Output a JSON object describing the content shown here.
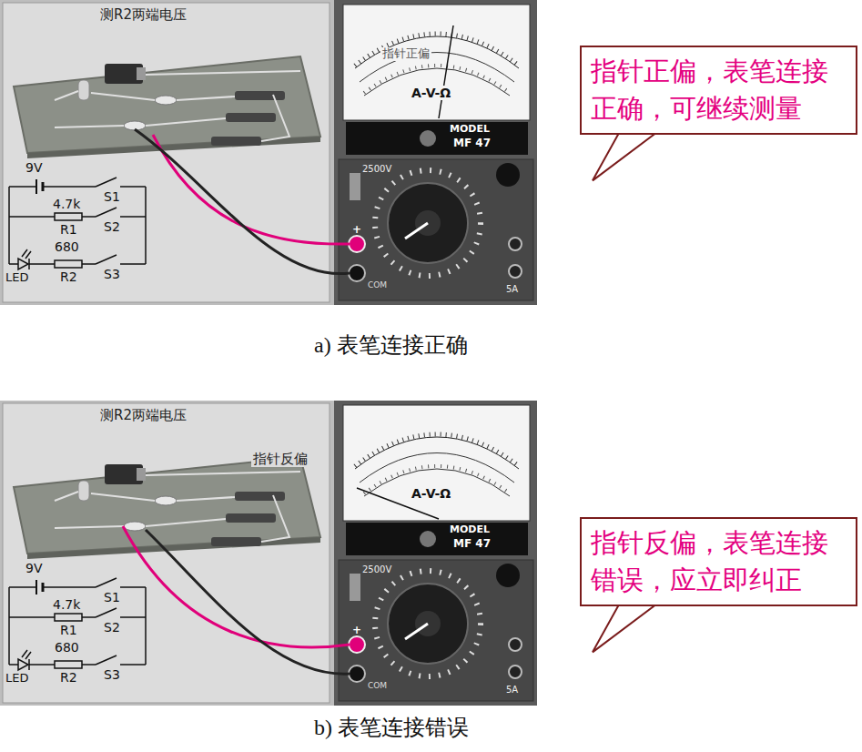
{
  "diagram": {
    "nodes": [
      {
        "text": [
          "指针正偏，表笔连接正确，可继续测量"
        ]
      },
      {
        "text": [
          "指针反偏，表笔连接错误，应立即纠正"
        ]
      }
    ],
    "labels": [
      "测R2两端电压",
      "指针正偏",
      "9V",
      "4.7k",
      "R1",
      "S1",
      "S2",
      "S3",
      "680",
      "R2",
      "LED",
      "MODEL",
      "MF 47",
      "A-V-Ω",
      "+",
      "COM",
      "2500V",
      "5A",
      "a) 表笔连接正确",
      "测R2两端电压",
      "指针反偏",
      "9V",
      "4.7k",
      "R1",
      "S1",
      "S2",
      "S3",
      "680",
      "R2",
      "LED",
      "MODEL",
      "MF 47",
      "A-V-Ω",
      "+",
      "COM",
      "2500V",
      "5A",
      "b) 表笔连接错误"
    ]
  }
}
